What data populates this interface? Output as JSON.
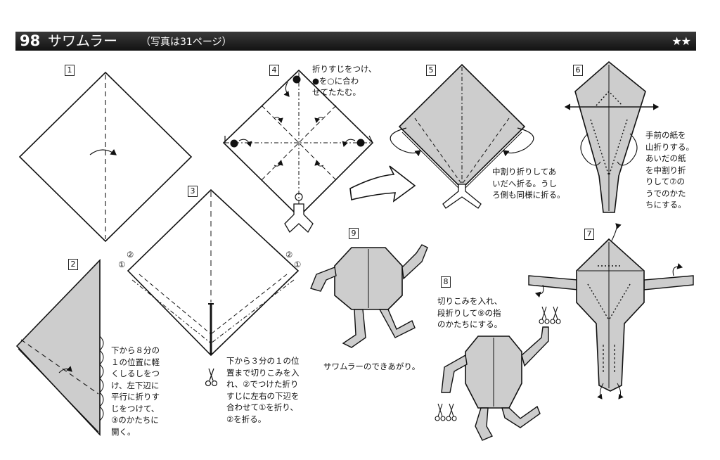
{
  "header": {
    "number": "98",
    "title": "サワムラー",
    "subtitle": "（写真は31ページ）",
    "difficulty": "★★"
  },
  "steps": [
    {
      "number": "1"
    },
    {
      "number": "2",
      "text": "下から８分の\n１の位置に軽\nくしるしをつ\nけ、左下辺に\n平行に折りす\nじをつけて、\n③のかたちに\n開く。"
    },
    {
      "number": "3",
      "text": "下から３分の１の位\n置まで切りこみを入\nれ、②でつけた折り\nすじに左右の下辺を\n合わせて①を折り、\n②を折る。",
      "mark_left_top": "②",
      "mark_left_bottom": "①",
      "mark_right_top": "②",
      "mark_right_bottom": "①"
    },
    {
      "number": "4",
      "text": "折りすじをつけ、\n●を○に合わ\nせてたたむ。"
    },
    {
      "number": "5",
      "text": "中割り折りしてあ\nいだへ折る。うし\nろ側も同様に折る。"
    },
    {
      "number": "6",
      "text": "手前の紙を\n山折りする。\nあいだの紙\nを中割り折\nりして⑦の\nうでのかた\nちにする。"
    },
    {
      "number": "7"
    },
    {
      "number": "8",
      "text": "切りこみを入れ、\n段折りして⑨の指\nのかたちにする。"
    },
    {
      "number": "9",
      "text": "サワムラーのできあがり。"
    }
  ]
}
